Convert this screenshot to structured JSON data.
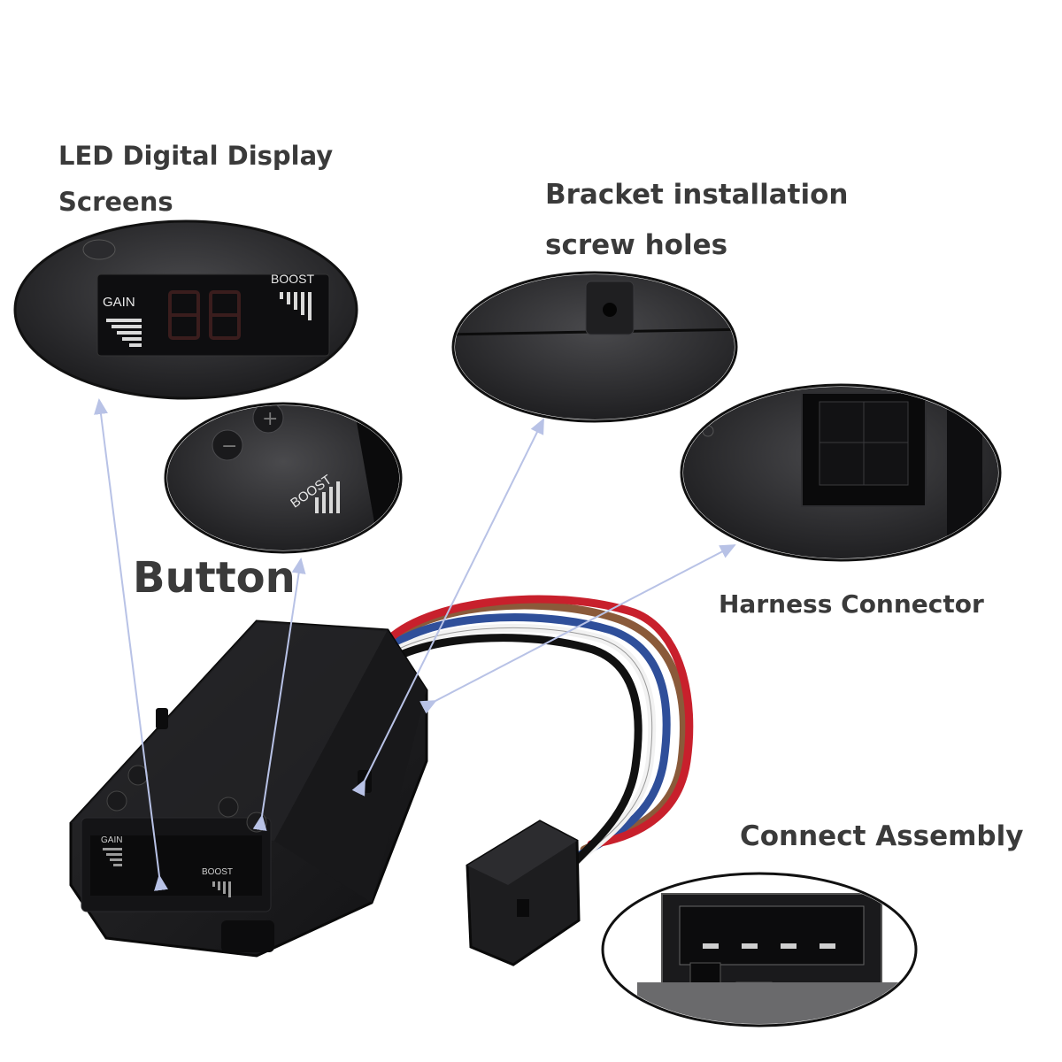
{
  "callouts": {
    "led_display": {
      "line1": "LED Digital Display",
      "line2": "Screens"
    },
    "bracket_holes": {
      "line1": "Bracket installation",
      "line2": "screw holes"
    },
    "button": "Button",
    "harness_connector": "Harness Connector",
    "connect_assembly": "Connect Assembly"
  },
  "device_panel": {
    "gain_label": "GAIN",
    "boost_label": "BOOST",
    "plus_symbol": "+",
    "minus_symbol": "−"
  },
  "colors": {
    "label_text": "#3a3a3a",
    "device_body": "#1c1c1e",
    "arrow": "#b8c2e6",
    "wire_red": "#c8202c",
    "wire_blue": "#2f4f9a",
    "wire_white": "#f2f2f2",
    "wire_black": "#111111",
    "wire_brown": "#8a5a3a"
  }
}
